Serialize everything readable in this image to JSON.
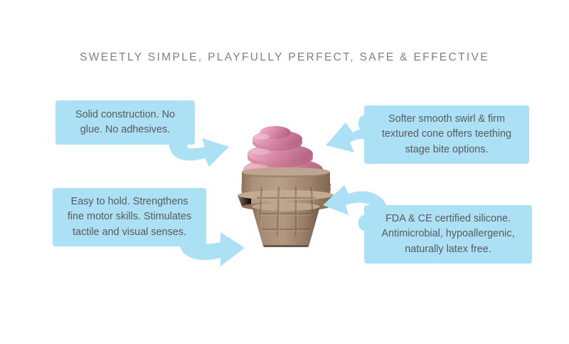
{
  "page": {
    "background_color": "#ffffff",
    "headline": "SWEETLY SIMPLE, PLAYFULLY PERFECT, SAFE & EFFECTIVE",
    "headline_color": "#808080"
  },
  "theme": {
    "callout_background": "#ace0f5",
    "callout_text_color": "#59595b",
    "arrow_color": "#ace0f5",
    "icecream_pink_light": "#e8a3bc",
    "icecream_pink_mid": "#d9809f",
    "icecream_pink_dark": "#c06a8a",
    "cone_light": "#b49a85",
    "cone_mid": "#9c8069",
    "cone_dark": "#7d6450"
  },
  "callouts": [
    {
      "id": "solid-construction",
      "text": "Solid construction. No\nglue. No adhesives.",
      "position": "top-left",
      "tail": "bottom-right"
    },
    {
      "id": "easy-to-hold",
      "text": "Easy to hold. Strengthens\nfine motor skills. Stimulates\ntactile and visual senses.",
      "position": "bottom-left",
      "tail": "bottom-right"
    },
    {
      "id": "teething-stage",
      "text": "Softer smooth swirl & firm\ntextured cone offers teething\nstage bite options.",
      "position": "top-right",
      "tail": "left"
    },
    {
      "id": "certified-silicone",
      "text": "FDA & CE certified silicone.\nAntimicrobial, hypoallergenic,\nnaturally latex free.",
      "position": "bottom-right",
      "tail": "left"
    }
  ],
  "arrows": [
    {
      "id": "arrow-top-left",
      "points_to": "ice-cream-swirl",
      "direction": "up-right"
    },
    {
      "id": "arrow-bottom-left",
      "points_to": "ice-cream-cone",
      "direction": "right"
    },
    {
      "id": "arrow-top-right",
      "points_to": "ice-cream-swirl",
      "direction": "down-left"
    },
    {
      "id": "arrow-bottom-right",
      "points_to": "ice-cream-cone",
      "direction": "down-left"
    }
  ],
  "illustration": {
    "id": "ice-cream-cone-illustration",
    "description": "Pink soft-serve swirl on a tan waffle cone",
    "swirl_lobes": 4,
    "cone_parts": [
      "cup",
      "rim",
      "flared-lip",
      "waffle-body"
    ]
  }
}
